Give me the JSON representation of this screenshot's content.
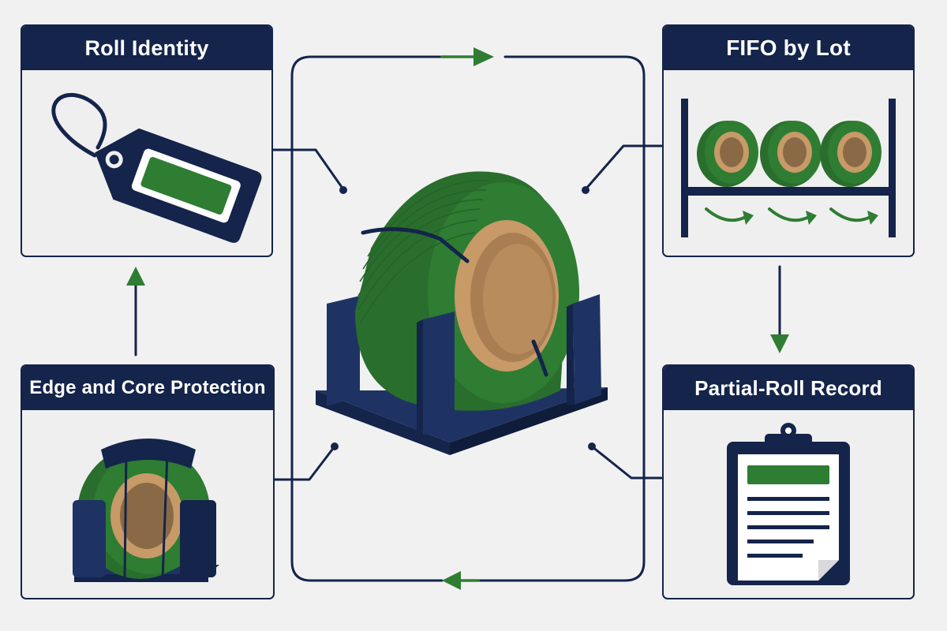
{
  "colors": {
    "navy": "#14244a",
    "green": "#2e7d32",
    "kraft": "#c79a68",
    "background": "#f1f1f2"
  },
  "cards": {
    "roll_identity": {
      "title": "Roll Identity",
      "icon": "hang-tag-icon"
    },
    "fifo_by_lot": {
      "title": "FIFO by Lot",
      "icon": "rolls-on-rack-icon"
    },
    "edge_core_protection": {
      "title": "Edge and Core Protection",
      "icon": "protected-roll-icon"
    },
    "partial_roll_record": {
      "title": "Partial-Roll Record",
      "icon": "clipboard-icon"
    }
  },
  "center": {
    "icon": "strapping-roll-on-stand-icon"
  }
}
